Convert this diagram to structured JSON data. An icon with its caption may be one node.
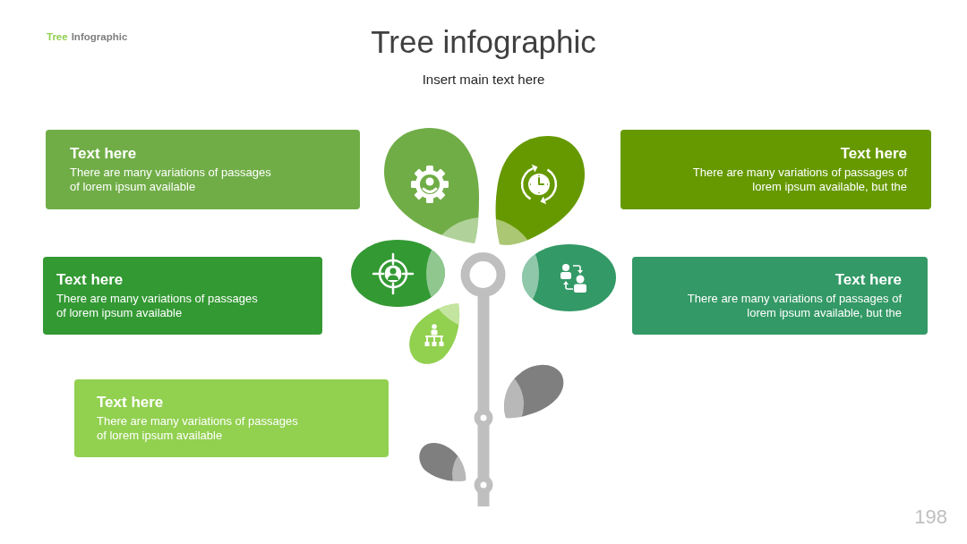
{
  "diagram": {
    "title": "Tree infographic",
    "nodes": [
      {
        "text": [
          "Text here",
          "There are many variations of passages of lorem ipsum available"
        ]
      },
      {
        "text": [
          "Text here",
          "There are many variations of passages of lorem ipsum available, but the"
        ]
      },
      {
        "text": [
          "Text here",
          "There are many variations of passages of lorem ipsum available"
        ]
      },
      {
        "text": [
          "Text here",
          "There are many variations of passages of lorem ipsum available, but the"
        ]
      },
      {
        "text": [
          "Text here",
          "There are many variations of passages of lorem ipsum available"
        ]
      }
    ],
    "labels": [
      "Tree",
      "Infographic",
      "Insert main text here",
      "198"
    ]
  }
}
